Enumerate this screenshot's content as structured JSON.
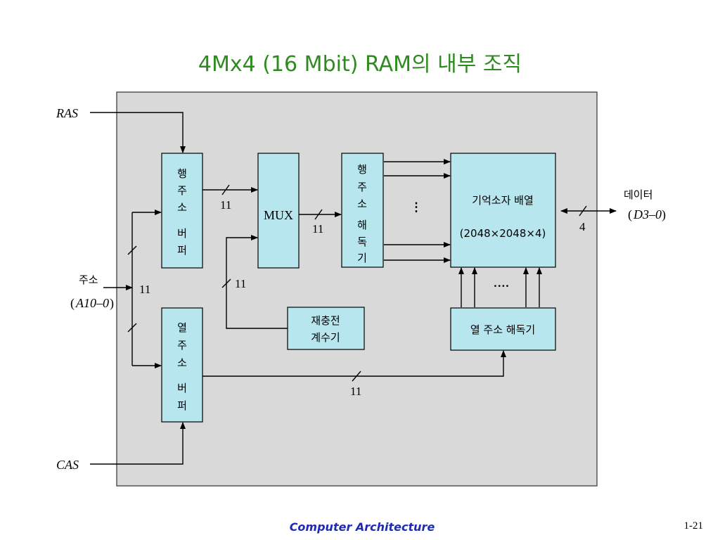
{
  "title": "4Mx4 (16 Mbit) RAM의 내부 조직",
  "footer": {
    "course": "Computer Architecture",
    "page": "1-21"
  },
  "signals": {
    "ras": "RAS",
    "cas": "CAS",
    "address": "주소",
    "address_bus": "A10–0",
    "data": "데이터",
    "data_bus": "D3–0"
  },
  "blocks": {
    "row_buffer": [
      "행",
      "주",
      "소",
      "버",
      "퍼"
    ],
    "col_buffer": [
      "열",
      "주",
      "소",
      "버",
      "퍼"
    ],
    "mux": "MUX",
    "row_decoder": [
      "행",
      "주",
      "소",
      "해",
      "독",
      "기"
    ],
    "refresh_counter": [
      "재충전",
      "계수기"
    ],
    "memory_array": [
      "기억소자 배열",
      "(2048×2048×4)"
    ],
    "col_decoder": "열 주소 해독기"
  },
  "bus_widths": {
    "row_buf_to_mux": "11",
    "mux_to_decoder": "11",
    "address_in": "11",
    "refresh": "11",
    "col_buf_to_decoder": "11",
    "data": "4"
  },
  "ellipsis": {
    "vertical": "⋮",
    "horizontal": "····"
  }
}
